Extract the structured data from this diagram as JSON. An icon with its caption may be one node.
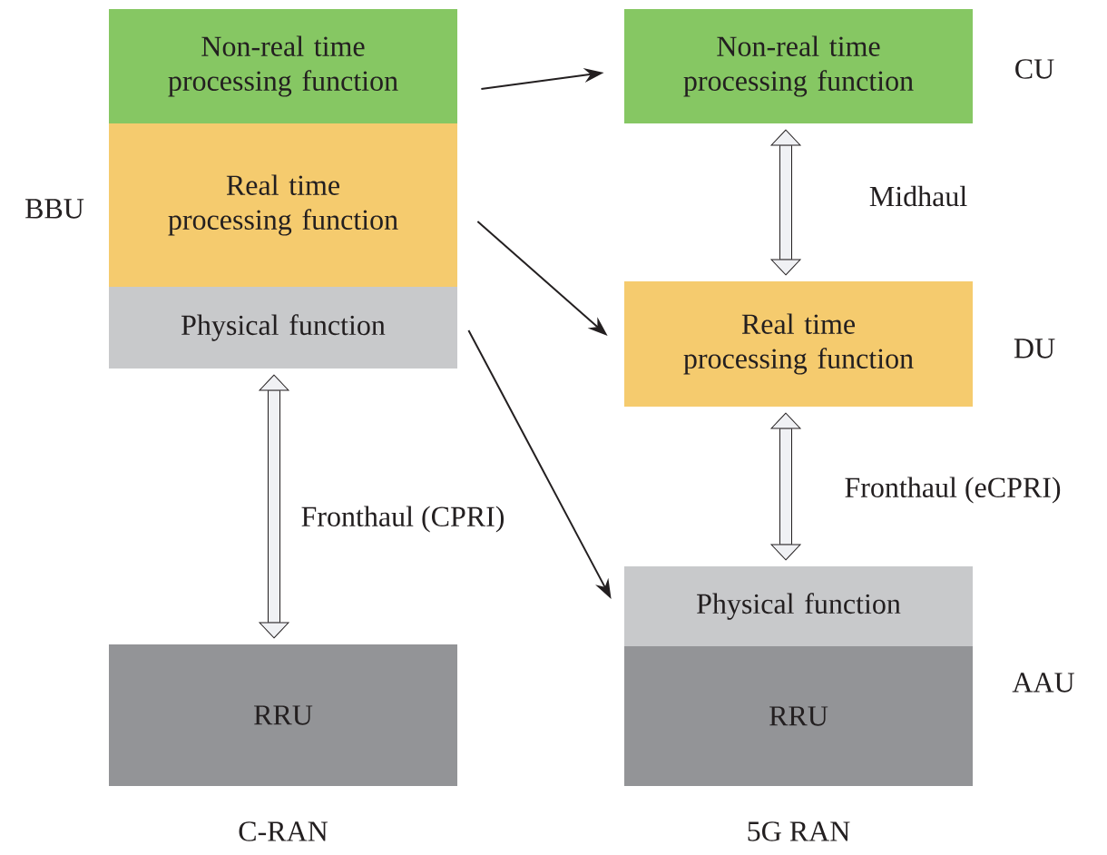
{
  "diagram": {
    "nodes": [
      {
        "text": [
          "Non-real time processing function"
        ]
      },
      {
        "text": [
          "Real time processing function"
        ]
      },
      {
        "text": [
          "Physical function"
        ]
      },
      {
        "text": [
          "RRU"
        ]
      },
      {
        "text": [
          "Non-real time processing function"
        ],
        "beside": [
          "CU"
        ]
      },
      {
        "text": [
          "Real time processing function"
        ],
        "beside": [
          "DU"
        ]
      },
      {
        "text": [
          "Physical function"
        ]
      },
      {
        "text": [
          "RRU"
        ]
      }
    ],
    "edges": [
      {
        "from": 0,
        "to": 4,
        "arrow": "to"
      },
      {
        "from": 1,
        "to": 5,
        "arrow": "to"
      },
      {
        "from": 2,
        "to": 6,
        "arrow": "to"
      },
      {
        "from": 4,
        "to": 5,
        "arrow": "both",
        "style": "thick",
        "label": "Midhaul"
      },
      {
        "from": 5,
        "to": 6,
        "arrow": "both",
        "style": "thick",
        "label": "Fronthaul (eCPRI)"
      },
      {
        "from": 2,
        "to": 3,
        "arrow": "both",
        "style": "thick",
        "label": "Fronthaul (CPRI)"
      }
    ],
    "labels": [
      "BBU",
      "AAU",
      "C-RAN",
      "5G RAN"
    ]
  }
}
